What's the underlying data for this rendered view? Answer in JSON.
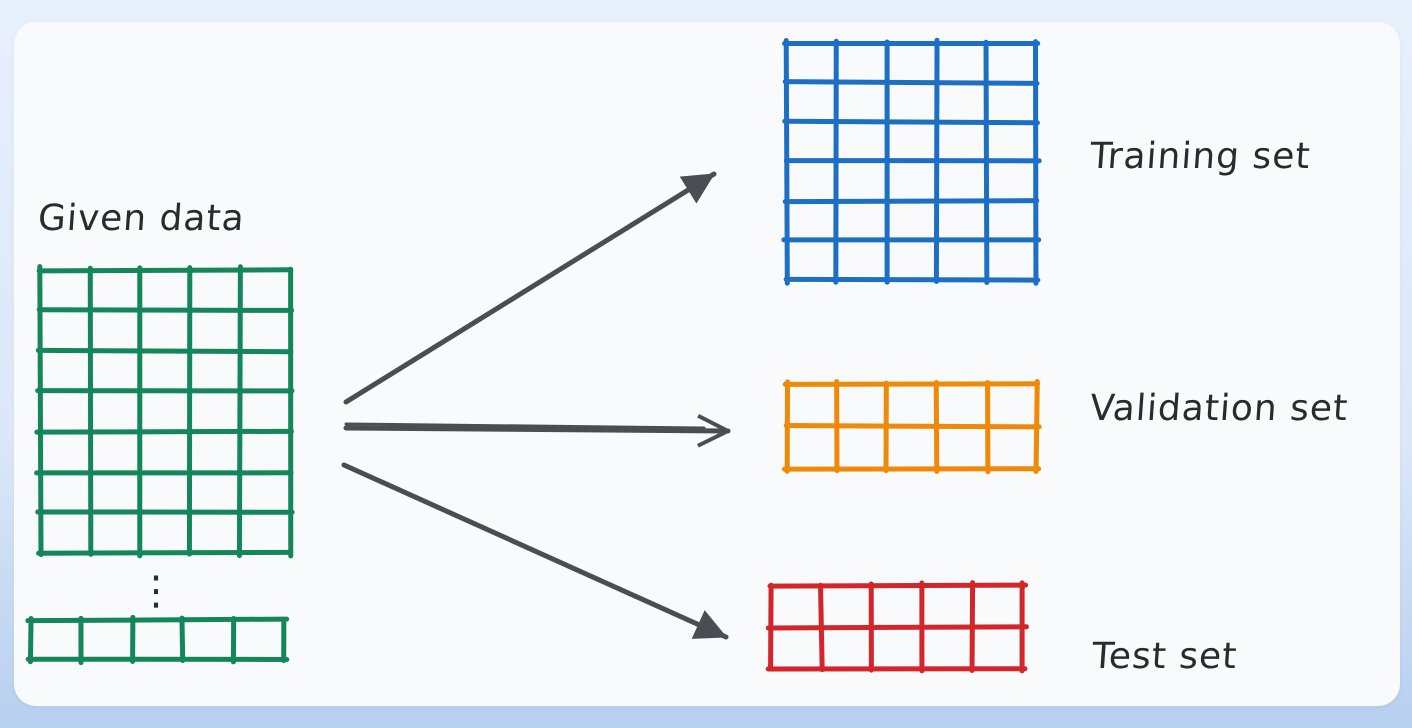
{
  "labels": {
    "given": "Given data",
    "training": "Training set",
    "validation": "Validation set",
    "test": "Test set",
    "ellipsis": "⋮"
  },
  "colors": {
    "given": "#14865a",
    "training": "#1d6fc4",
    "validation": "#ee8a07",
    "test": "#d3262a",
    "arrow": "#4a4d52"
  },
  "grids": {
    "given_main": {
      "rows": 7,
      "cols": 5
    },
    "given_tail": {
      "rows": 1,
      "cols": 5
    },
    "training": {
      "rows": 6,
      "cols": 5
    },
    "validation": {
      "rows": 2,
      "cols": 5
    },
    "test": {
      "rows": 2,
      "cols": 5
    }
  }
}
